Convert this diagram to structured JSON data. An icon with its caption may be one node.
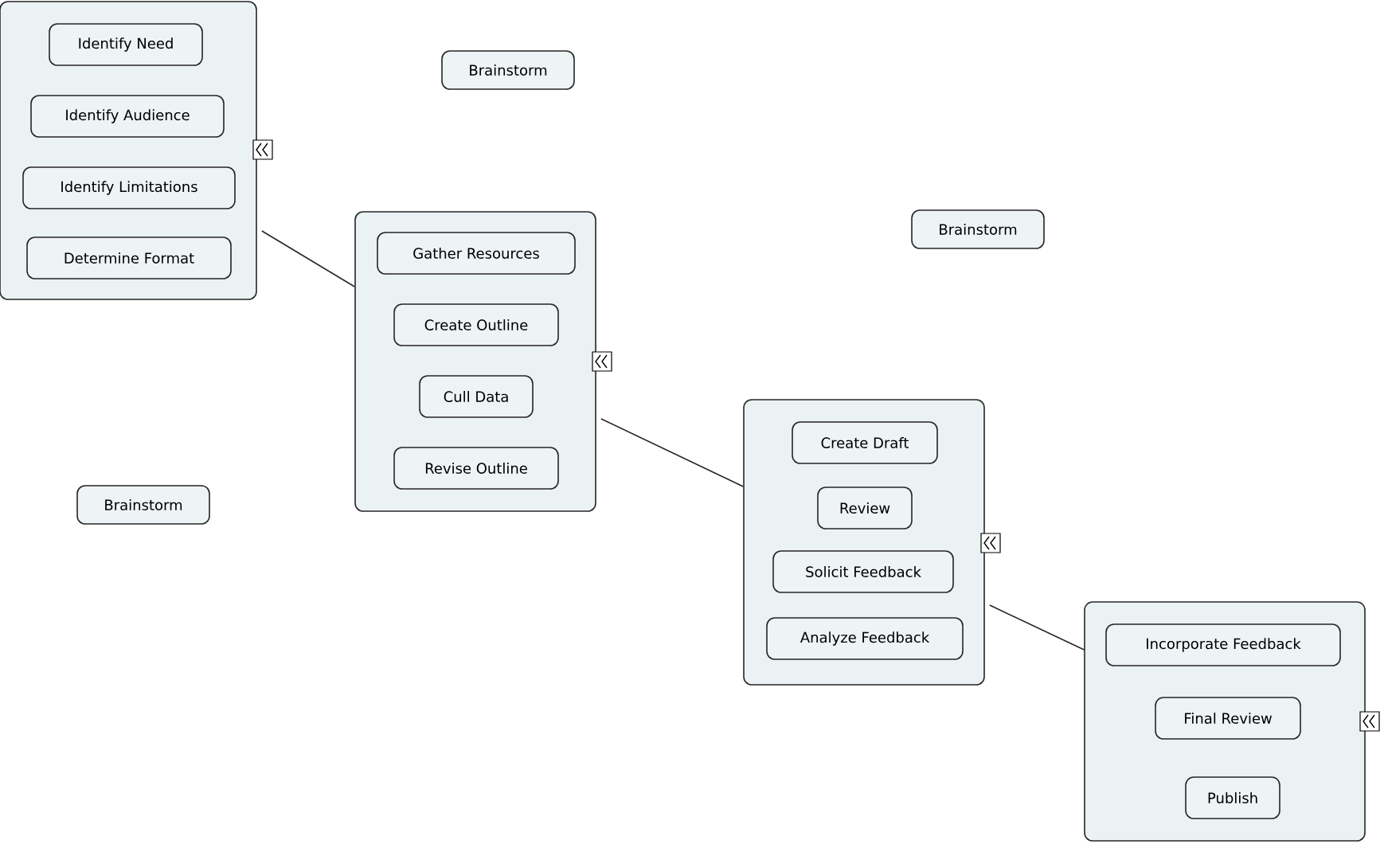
{
  "diagram": {
    "nodes": [
      {
        "text": [],
        "shape": "box"
      },
      {
        "text": [
          "Identify Need"
        ],
        "in": 0
      },
      {
        "text": [
          "Identify Audience"
        ],
        "in": 0
      },
      {
        "text": [
          "Identify Limitations"
        ],
        "in": 0
      },
      {
        "text": [
          "Determine Format"
        ],
        "in": 0
      },
      {
        "text": [
          "Brainstorm"
        ]
      },
      {
        "text": [],
        "shape": "box"
      },
      {
        "text": [
          "Gather Resources"
        ],
        "in": 6
      },
      {
        "text": [
          "Create Outline"
        ],
        "in": 6
      },
      {
        "text": [
          "Cull Data"
        ],
        "in": 6
      },
      {
        "text": [
          "Revise Outline"
        ],
        "in": 6
      },
      {
        "text": [
          "Brainstorm"
        ]
      },
      {
        "text": [
          "Brainstorm"
        ]
      },
      {
        "text": [],
        "shape": "box"
      },
      {
        "text": [
          "Create Draft"
        ],
        "in": 13
      },
      {
        "text": [
          "Review"
        ],
        "in": 13
      },
      {
        "text": [
          "Solicit Feedback"
        ],
        "in": 13
      },
      {
        "text": [
          "Analyze Feedback"
        ],
        "in": 13
      },
      {
        "text": [],
        "shape": "box"
      },
      {
        "text": [
          "Incorporate Feedback"
        ],
        "in": 18
      },
      {
        "text": [
          "Final Review"
        ],
        "in": 18
      },
      {
        "text": [
          "Publish"
        ],
        "in": 18
      }
    ],
    "edges": [
      {
        "from": 0,
        "to": 6,
        "arrow": "none"
      },
      {
        "from": 6,
        "to": 13,
        "arrow": "none"
      },
      {
        "from": 13,
        "to": 18,
        "arrow": "none"
      }
    ]
  }
}
